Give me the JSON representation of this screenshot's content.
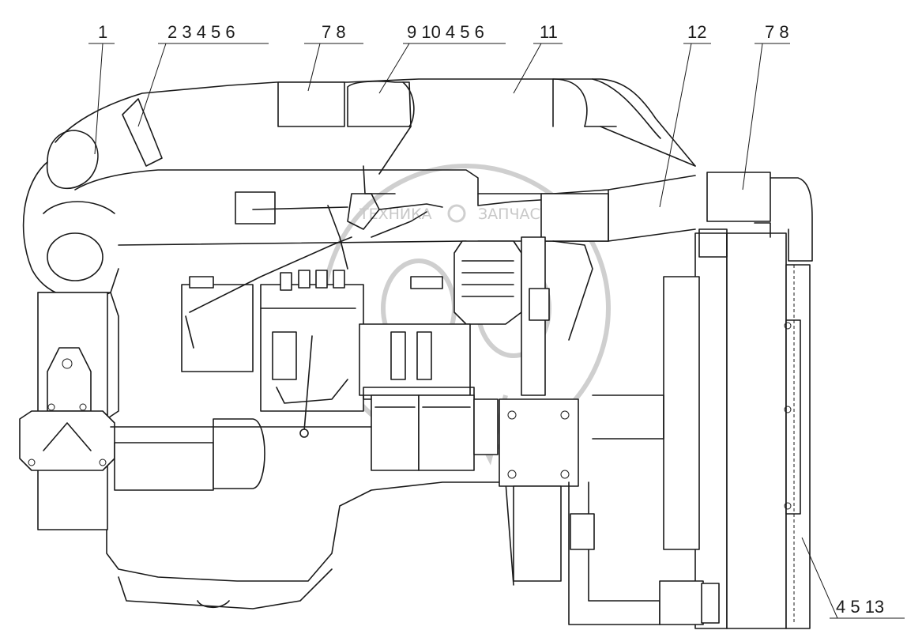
{
  "callouts": [
    {
      "id": "c1",
      "text": "1"
    },
    {
      "id": "c2",
      "text": "2 3 4 5 6"
    },
    {
      "id": "c3",
      "text": "7 8"
    },
    {
      "id": "c4",
      "text": "9 10 4 5 6"
    },
    {
      "id": "c5",
      "text": "11"
    },
    {
      "id": "c6",
      "text": "12"
    },
    {
      "id": "c7",
      "text": "7 8"
    },
    {
      "id": "c8",
      "text": "4 5 13"
    }
  ],
  "watermark": {
    "left": "ТЕХНИКА",
    "right": "ЗАПЧАСТИ"
  }
}
